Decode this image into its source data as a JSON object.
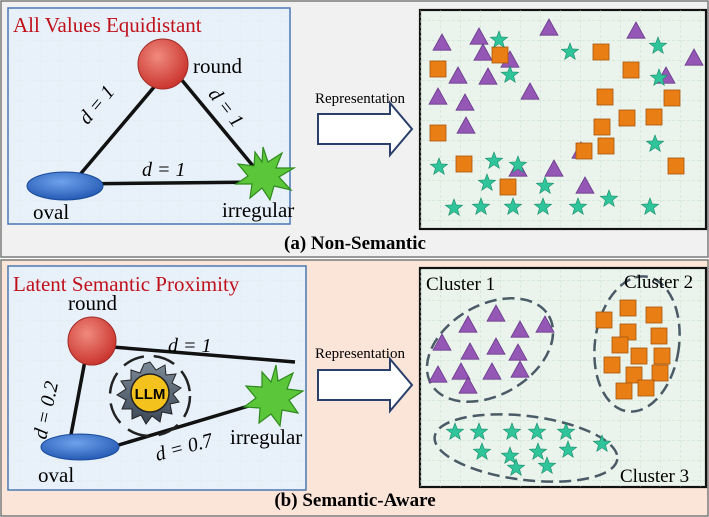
{
  "panel_a": {
    "title": "All Values Equidistant",
    "caption": "(a) Non-Semantic",
    "nodes": {
      "round": "round",
      "oval": "oval",
      "irregular": "irregular"
    },
    "edges": {
      "d_top": "d = 1",
      "d_right": "d = 1",
      "d_bottom": "d = 1"
    },
    "arrow_label": "Representation"
  },
  "panel_b": {
    "title": "Latent Semantic Proximity",
    "caption": "(b) Semantic-Aware",
    "nodes": {
      "round": "round",
      "oval": "oval",
      "irregular": "irregular"
    },
    "edges": {
      "d_top": "d = 1",
      "d_left": "d = 0.2",
      "d_bottom": "d = 0.7"
    },
    "llm_label": "LLM",
    "arrow_label": "Representation",
    "clusters": [
      "Cluster 1",
      "Cluster 2",
      "Cluster 3"
    ]
  },
  "colors": {
    "panel_a_bg": "#f1f1f1",
    "panel_b_bg": "#fbe4d8",
    "inner_a_bg": "#e8f1fa",
    "inner_b_bg": "#e8f1fa",
    "plot_bg": "#eaf4ec",
    "title_red": "#c0101a",
    "triangle": "#9457b6",
    "square": "#e87e14",
    "star": "#2fc49a",
    "round_node": "#d9413a",
    "oval_node": "#2d6bc7",
    "irregular_node": "#5cc63a"
  }
}
